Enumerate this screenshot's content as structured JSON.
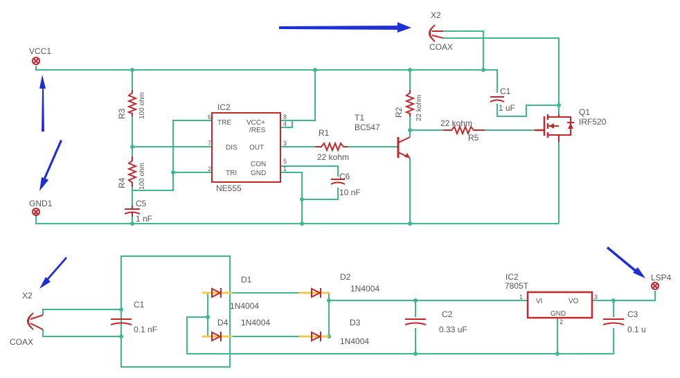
{
  "top": {
    "vcc1": "VCC1",
    "gnd1": "GND1",
    "x2_name": "X2",
    "x2_value": "COAX",
    "r3_name": "R3",
    "r3_value": "100 ohm",
    "r4_name": "R4",
    "r4_value": "100 ohm",
    "c5_name": "C5",
    "c5_value": "1 nF",
    "ic2_name": "IC2",
    "ic2_value": "NE555",
    "ic2_pins": {
      "tre": "TRE",
      "vcc": "VCC+",
      "res": "/RES",
      "dis": "DIS",
      "out": "OUT",
      "con": "CON",
      "tri": "TRI",
      "gnd": "GND",
      "p6": "6",
      "p7": "7",
      "p2": "2",
      "p8": "8",
      "p4": "4",
      "p3": "3",
      "p5": "5",
      "p1": "1"
    },
    "r1_name": "R1",
    "r1_value": "22 kohm",
    "c6_name": "C6",
    "c6_value": "10 nF",
    "t1_name": "T1",
    "t1_value": "BC547",
    "r2_name": "R2",
    "r2_value": "22 kohm",
    "c1_name": "C1",
    "c1_value": "1 uF",
    "r5_name": "R5",
    "r5_value": "22 kohm",
    "q1_name": "Q1",
    "q1_value": "IRF520"
  },
  "bottom": {
    "x2_name": "X2",
    "x2_value": "COAX",
    "c1_name": "C1",
    "c1_value": "0.1 nF",
    "d1_name": "D1",
    "d1_value": "1N4004",
    "d2_name": "D2",
    "d2_value": "1N4004",
    "d3_name": "D3",
    "d3_value": "1N4004",
    "d4_name": "D4",
    "d4_value": "1N4004",
    "c2_name": "C2",
    "c2_value": "0.33 uF",
    "ic2_name": "IC2",
    "ic2_value": "7805T",
    "ic2_vi": "VI",
    "ic2_vo": "VO",
    "ic2_gnd": "GND",
    "ic2_p1": "1",
    "ic2_p2": "2",
    "ic2_p3": "3",
    "c3_name": "C3",
    "c3_value": "0.1 u",
    "lsp4": "LSP4"
  },
  "colors": {
    "wire": "#3fb68b",
    "component": "#c0272d",
    "arrow": "#1e2fd8",
    "diode_lead": "#f2c94c"
  }
}
